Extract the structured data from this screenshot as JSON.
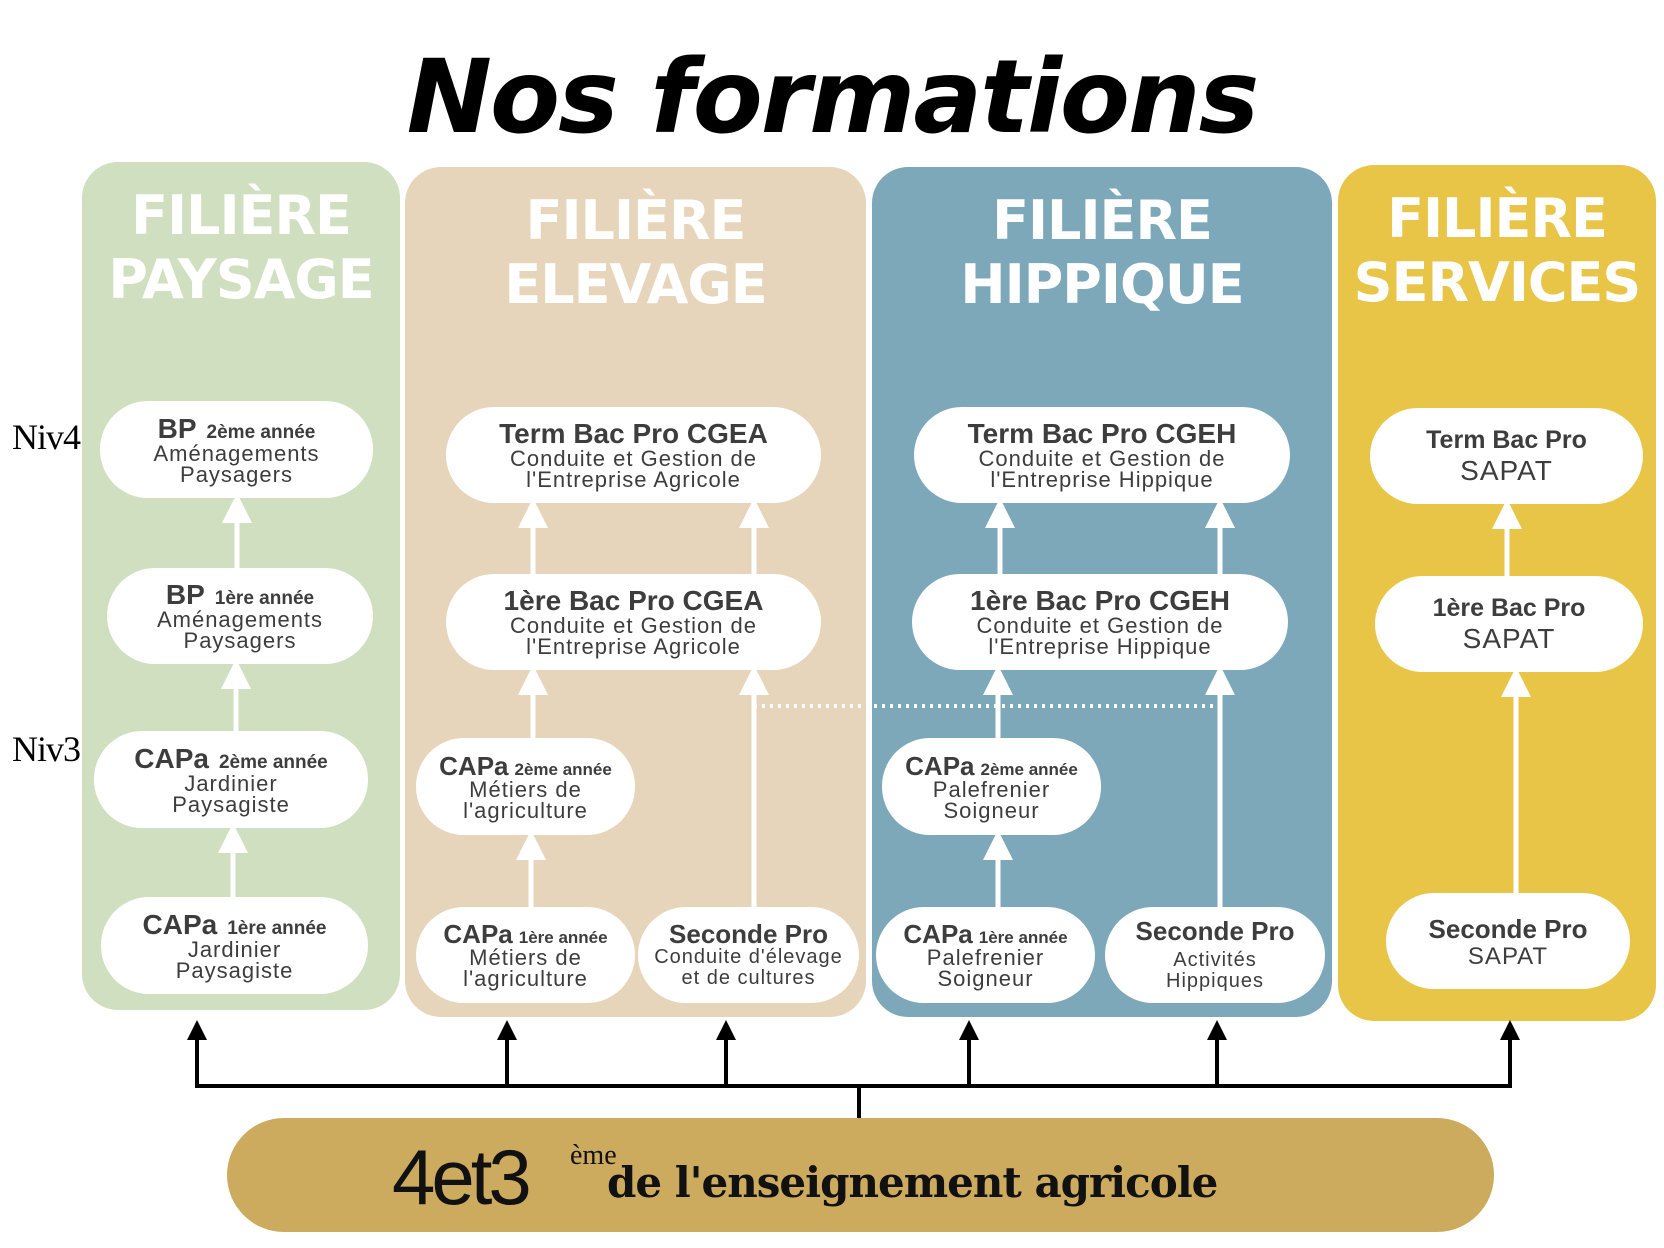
{
  "title": "Nos formations",
  "levels": {
    "niv4": "Niv4",
    "niv3": "Niv3"
  },
  "colors": {
    "paysage": "#cfdfbf",
    "elevage": "#e6d5bb",
    "hippique": "#7da8ba",
    "services": "#e8c547",
    "bottom": "#cdab5e"
  },
  "filieres": [
    {
      "line1": "FILIÈRE",
      "line2": "PAYSAGE",
      "boxes": [
        {
          "title": "BP",
          "year": "2ème année",
          "sub1": "Aménagements",
          "sub2": "Paysagers"
        },
        {
          "title": "BP",
          "year": "1ère année",
          "sub1": "Aménagements",
          "sub2": "Paysagers"
        },
        {
          "title": "CAPa",
          "year": "2ème année",
          "sub1": "Jardinier",
          "sub2": "Paysagiste"
        },
        {
          "title": "CAPa",
          "year": "1ère année",
          "sub1": "Jardinier",
          "sub2": "Paysagiste"
        }
      ]
    },
    {
      "line1": "FILIÈRE",
      "line2": "ELEVAGE",
      "boxes": [
        {
          "title": "Term Bac Pro CGEA",
          "sub1": "Conduite et Gestion de",
          "sub2": "l'Entreprise Agricole"
        },
        {
          "title": "1ère Bac Pro CGEA",
          "sub1": "Conduite et Gestion de",
          "sub2": "l'Entreprise Agricole"
        },
        {
          "title": "CAPa",
          "year": "2ème année",
          "sub1": "Métiers de",
          "sub2": "l'agriculture"
        },
        {
          "title": "CAPa",
          "year": "1ère année",
          "sub1": "Métiers de",
          "sub2": "l'agriculture"
        },
        {
          "title": "Seconde Pro",
          "sub1": "Conduite d'élevage",
          "sub2": "et de cultures"
        }
      ]
    },
    {
      "line1": "FILIÈRE",
      "line2": "HIPPIQUE",
      "boxes": [
        {
          "title": "Term Bac Pro CGEH",
          "sub1": "Conduite et Gestion de",
          "sub2": "l'Entreprise Hippique"
        },
        {
          "title": "1ère Bac Pro CGEH",
          "sub1": "Conduite et Gestion de",
          "sub2": "l'Entreprise Hippique"
        },
        {
          "title": "CAPa",
          "year": "2ème année",
          "sub1": "Palefrenier",
          "sub2": "Soigneur"
        },
        {
          "title": "CAPa",
          "year": "1ère année",
          "sub1": "Palefrenier",
          "sub2": "Soigneur"
        },
        {
          "title": "Seconde Pro",
          "sub1": "Activités",
          "sub2": "Hippiques"
        }
      ]
    },
    {
      "line1": "FILIÈRE",
      "line2": "SERVICES",
      "boxes": [
        {
          "title": "Term Bac Pro",
          "sub1": "SAPAT"
        },
        {
          "title": "1ère Bac Pro",
          "sub1": "SAPAT"
        },
        {
          "title": "Seconde Pro",
          "sub1": "SAPAT"
        }
      ]
    }
  ],
  "bottom": {
    "number": "4et3",
    "sup": "ème",
    "text": "de l'enseignement agricole"
  }
}
